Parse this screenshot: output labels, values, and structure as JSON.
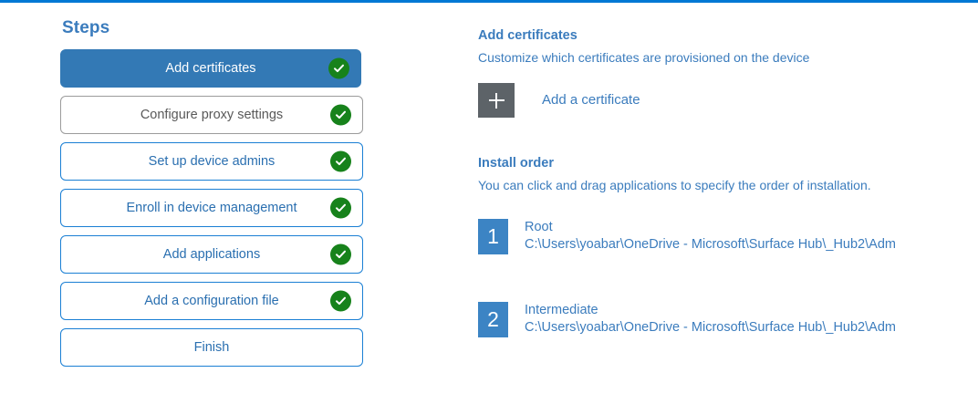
{
  "theme": {
    "accent_bar": "#0078d4",
    "active_step_bg": "#3379b5",
    "link_blue": "#3b7cbd",
    "check_green": "#17821b",
    "plus_gray": "#5d6368",
    "order_badge_blue": "#3c84c4"
  },
  "steps_panel": {
    "title": "Steps",
    "items": [
      {
        "label": "Add certificates",
        "state": "active",
        "completed": true
      },
      {
        "label": "Configure proxy settings",
        "state": "muted",
        "completed": true
      },
      {
        "label": "Set up device admins",
        "state": "default",
        "completed": true
      },
      {
        "label": "Enroll in device management",
        "state": "default",
        "completed": true
      },
      {
        "label": "Add applications",
        "state": "default",
        "completed": true
      },
      {
        "label": "Add a configuration file",
        "state": "default",
        "completed": true
      },
      {
        "label": "Finish",
        "state": "default",
        "completed": false
      }
    ]
  },
  "detail_panel": {
    "certificates": {
      "heading": "Add certificates",
      "description": "Customize which certificates are provisioned on the device",
      "add_button_label": "Add a certificate",
      "add_button_icon": "plus-icon"
    },
    "install_order": {
      "heading": "Install order",
      "description": "You can click and drag applications to specify the order of installation.",
      "items": [
        {
          "number": "1",
          "name": "Root",
          "path": "C:\\Users\\yoabar\\OneDrive - Microsoft\\Surface Hub\\_Hub2\\Adm"
        },
        {
          "number": "2",
          "name": "Intermediate",
          "path": "C:\\Users\\yoabar\\OneDrive - Microsoft\\Surface Hub\\_Hub2\\Adm"
        }
      ]
    }
  }
}
